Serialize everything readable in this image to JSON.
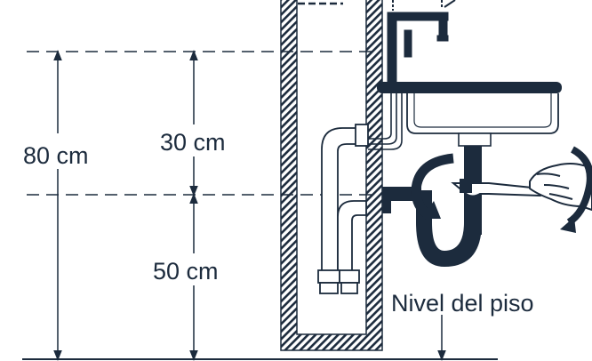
{
  "labels": {
    "total_height": "80 cm",
    "upper_height": "30 cm",
    "lower_height": "50 cm",
    "floor_level": "Nivel del piso"
  },
  "colors": {
    "ink": "#1c2b3d",
    "background": "#ffffff"
  },
  "icons": [
    "faucet-icon",
    "sink-icon",
    "siphon-trap-icon",
    "hand-icon",
    "wrench-icon",
    "rotation-arrow-icon"
  ]
}
